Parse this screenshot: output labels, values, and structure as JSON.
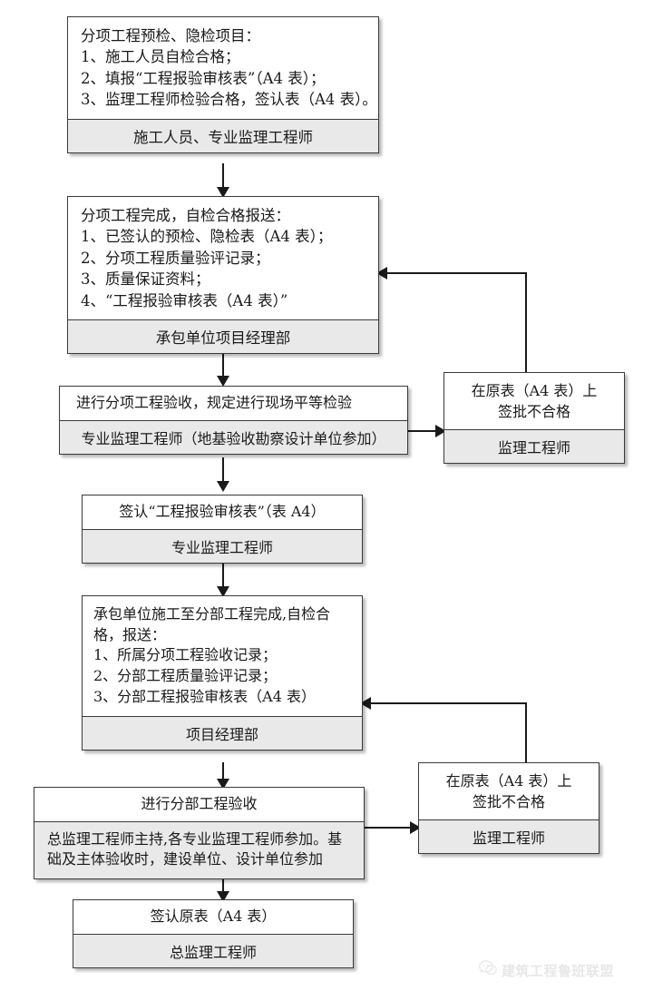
{
  "document": {
    "type": "flowchart",
    "title": "分项分部工程验收流程图",
    "orientation": "vertical",
    "colors": {
      "box_border": "#3a3a3a",
      "role_fill": "#e9e9e9",
      "body_fill": "#ffffff",
      "connector": "#1a1a1a",
      "page_background": "#ffffff"
    }
  },
  "nodes": {
    "n1": {
      "lines": [
        "分项工程预检、隐检项目：",
        "1、施工人员自检合格；",
        "2、填报“工程报验审核表”（A4 表）；",
        "3、监理工程师检验合格，签认表（A4 表）。"
      ],
      "role": "施工人员、专业监理工程师"
    },
    "n2": {
      "lines": [
        "分项工程完成，自检合格报送：",
        "1、已签认的预检、隐检表（A4 表）；",
        "2、分项工程质量验评记录；",
        "3、质量保证资料；",
        "4、“工程报验审核表（A4 表）”"
      ],
      "role": "承包单位项目经理部"
    },
    "n3": {
      "lines": [
        "进行分项工程验收，规定进行现场平等检验"
      ],
      "role": "专业监理工程师（地基验收勘察设计单位参加）"
    },
    "n4": {
      "lines": [
        "签认“工程报验审核表”（表 A4）"
      ],
      "role": "专业监理工程师"
    },
    "n5": {
      "lines": [
        "承包单位施工至分部工程完成,自检合",
        "格，报送：",
        "1、所属分项工程验收记录；",
        "2、分部工程质量验评记录；",
        "3、分部工程报验审核表（A4 表）"
      ],
      "role": "项目经理部"
    },
    "n6": {
      "lines": [
        "进行分部工程验收"
      ],
      "body_lines": [
        "总监理工程师主持,各专业监理工程师参加。基",
        "础及主体验收时，建设单位、设计单位参加"
      ]
    },
    "n7": {
      "lines": [
        "签认原表（A4 表）"
      ],
      "role": "总监理工程师"
    },
    "r1": {
      "lines": [
        "在原表（A4 表）上",
        "签批不合格"
      ],
      "role": "监理工程师"
    },
    "r2": {
      "lines": [
        "在原表（A4 表）上",
        "签批不合格"
      ],
      "role": "监理工程师"
    }
  },
  "watermark": {
    "text": "建筑工程鲁班联盟",
    "icon": "wechat-icon"
  }
}
